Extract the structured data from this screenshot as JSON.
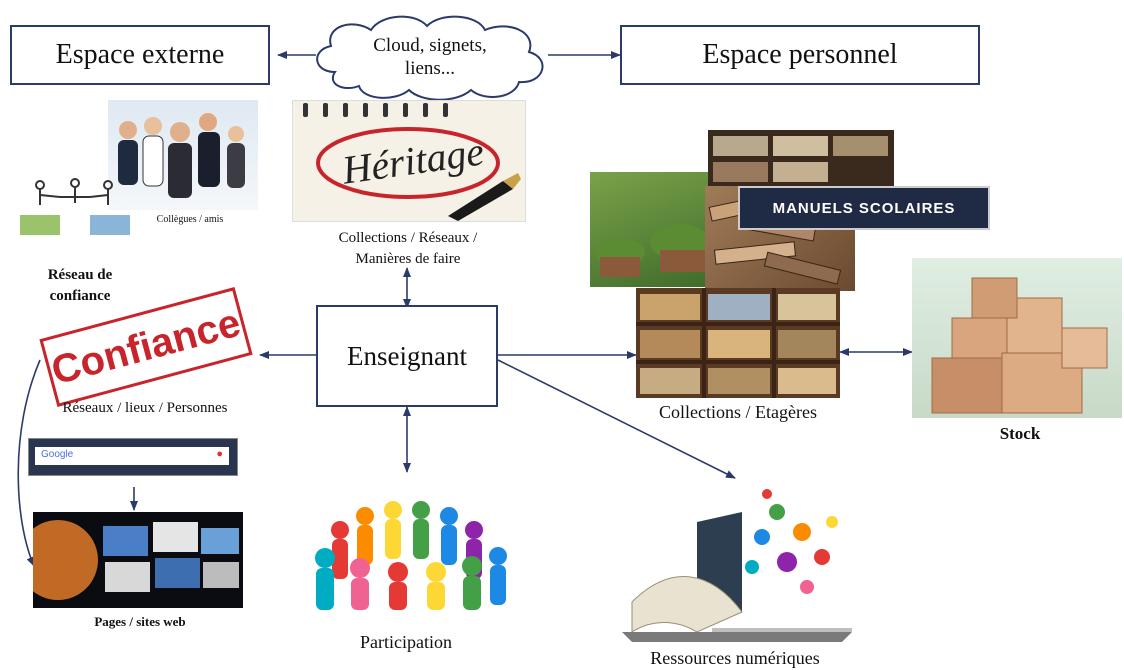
{
  "top": {
    "left_box": "Espace externe",
    "cloud_line1": "Cloud, signets,",
    "cloud_line2": "liens...",
    "right_box": "Espace personnel"
  },
  "center": {
    "label": "Enseignant"
  },
  "heritage": {
    "image_text": "Héritage",
    "caption_line1": "Collections / Réseaux /",
    "caption_line2": "Manières de faire"
  },
  "colleagues": {
    "image_caption": "Collègues / amis",
    "caption_line1": "Réseau de",
    "caption_line2": "confiance"
  },
  "confiance": {
    "stamp_text": "Confiance",
    "caption": "Réseaux / lieux / Personnes",
    "search_logo": "Google",
    "web_caption": "Pages / sites web"
  },
  "participation": {
    "caption": "Participation"
  },
  "collections": {
    "banner": "MANUELS SCOLAIRES",
    "caption": "Collections / Etagères"
  },
  "stock": {
    "caption": "Stock"
  },
  "digital": {
    "caption": "Ressources numériques"
  },
  "colors": {
    "arrow": "#2b3a6b",
    "stamp_red": "#c8242c",
    "people_colors": [
      "#e53935",
      "#fb8c00",
      "#fdd835",
      "#43a047",
      "#1e88e5",
      "#8e24aa",
      "#00acc1",
      "#f06292"
    ]
  }
}
